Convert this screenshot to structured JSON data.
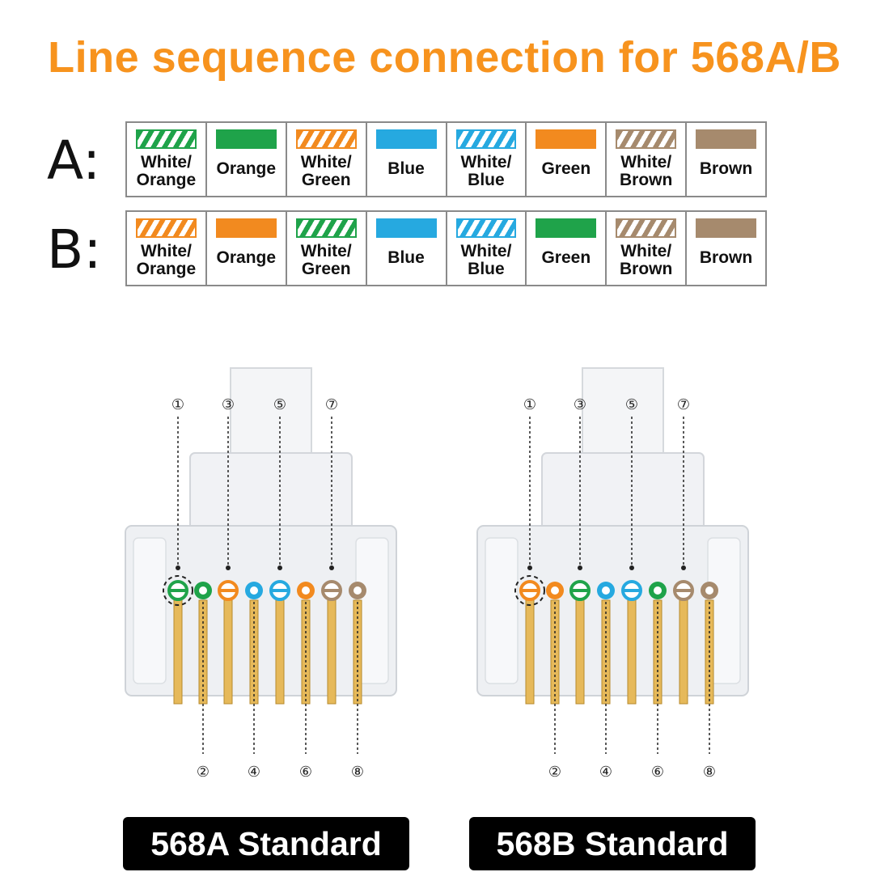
{
  "title": "Line sequence connection for 568A/B",
  "colors": {
    "title": "#f7931e",
    "orange": "#f28a1f",
    "green": "#1fa34a",
    "blue": "#26a9e0",
    "brown": "#a68a6d"
  },
  "rows": [
    {
      "label": "A:",
      "cells": [
        {
          "pattern": "striped",
          "color": "green",
          "line1": "White/",
          "line2": "Orange"
        },
        {
          "pattern": "solid",
          "color": "green",
          "line1": "Orange",
          "line2": ""
        },
        {
          "pattern": "striped",
          "color": "orange",
          "line1": "White/",
          "line2": "Green"
        },
        {
          "pattern": "solid",
          "color": "blue",
          "line1": "Blue",
          "line2": ""
        },
        {
          "pattern": "striped",
          "color": "blue",
          "line1": "White/",
          "line2": "Blue"
        },
        {
          "pattern": "solid",
          "color": "orange",
          "line1": "Green",
          "line2": ""
        },
        {
          "pattern": "striped",
          "color": "brown",
          "line1": "White/",
          "line2": "Brown"
        },
        {
          "pattern": "solid",
          "color": "brown",
          "line1": "Brown",
          "line2": ""
        }
      ]
    },
    {
      "label": "B:",
      "cells": [
        {
          "pattern": "striped",
          "color": "orange",
          "line1": "White/",
          "line2": "Orange"
        },
        {
          "pattern": "solid",
          "color": "orange",
          "line1": "Orange",
          "line2": ""
        },
        {
          "pattern": "striped",
          "color": "green",
          "line1": "White/",
          "line2": "Green"
        },
        {
          "pattern": "solid",
          "color": "blue",
          "line1": "Blue",
          "line2": ""
        },
        {
          "pattern": "striped",
          "color": "blue",
          "line1": "White/",
          "line2": "Blue"
        },
        {
          "pattern": "solid",
          "color": "green",
          "line1": "Green",
          "line2": ""
        },
        {
          "pattern": "striped",
          "color": "brown",
          "line1": "White/",
          "line2": "Brown"
        },
        {
          "pattern": "solid",
          "color": "brown",
          "line1": "Brown",
          "line2": ""
        }
      ]
    }
  ],
  "pin_numbers_top": [
    "①",
    "③",
    "⑤",
    "⑦"
  ],
  "pin_numbers_bottom": [
    "②",
    "④",
    "⑥",
    "⑧"
  ],
  "standards": [
    {
      "label": "568A Standard",
      "wires": [
        {
          "color": "green",
          "striped": true
        },
        {
          "color": "green",
          "striped": false
        },
        {
          "color": "orange",
          "striped": true
        },
        {
          "color": "blue",
          "striped": false
        },
        {
          "color": "blue",
          "striped": true
        },
        {
          "color": "orange",
          "striped": false
        },
        {
          "color": "brown",
          "striped": true
        },
        {
          "color": "brown",
          "striped": false
        }
      ]
    },
    {
      "label": "568B Standard",
      "wires": [
        {
          "color": "orange",
          "striped": true
        },
        {
          "color": "orange",
          "striped": false
        },
        {
          "color": "green",
          "striped": true
        },
        {
          "color": "blue",
          "striped": false
        },
        {
          "color": "blue",
          "striped": true
        },
        {
          "color": "green",
          "striped": false
        },
        {
          "color": "brown",
          "striped": true
        },
        {
          "color": "brown",
          "striped": false
        }
      ]
    }
  ]
}
